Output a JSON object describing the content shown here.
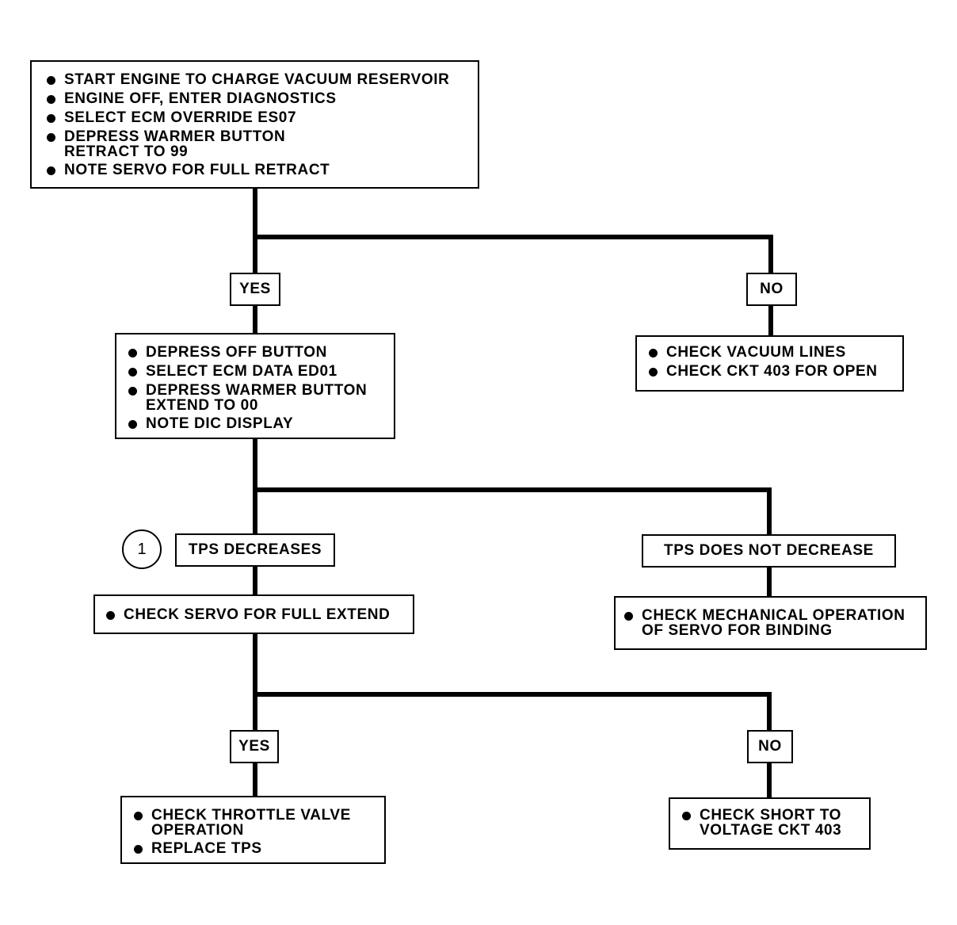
{
  "start_box": {
    "items": [
      "START ENGINE TO CHARGE VACUUM RESERVOIR",
      "ENGINE OFF, ENTER DIAGNOSTICS",
      "SELECT ECM OVERRIDE ES07",
      "DEPRESS WARMER BUTTON\nRETRACT TO 99",
      "NOTE SERVO FOR FULL RETRACT"
    ]
  },
  "decision1": {
    "yes_label": "YES",
    "no_label": "NO"
  },
  "off_button_box": {
    "items": [
      "DEPRESS OFF BUTTON",
      "SELECT ECM DATA ED01",
      "DEPRESS WARMER BUTTON\nEXTEND TO 00",
      "NOTE DIC DISPLAY"
    ]
  },
  "vacuum_box": {
    "items": [
      "CHECK VACUUM LINES",
      "CHECK CKT 403 FOR OPEN"
    ]
  },
  "decision2": {
    "marker": "1",
    "yes_label": "TPS DECREASES",
    "no_label": "TPS DOES NOT DECREASE"
  },
  "servo_extend_box": {
    "items": [
      "CHECK SERVO FOR FULL EXTEND"
    ]
  },
  "mechanical_box": {
    "items": [
      "CHECK MECHANICAL OPERATION\nOF SERVO FOR BINDING"
    ]
  },
  "decision3": {
    "yes_label": "YES",
    "no_label": "NO"
  },
  "throttle_box": {
    "items": [
      "CHECK THROTTLE VALVE\nOPERATION",
      "REPLACE TPS"
    ]
  },
  "short_box": {
    "items": [
      "CHECK SHORT TO\nVOLTAGE CKT 403"
    ]
  }
}
